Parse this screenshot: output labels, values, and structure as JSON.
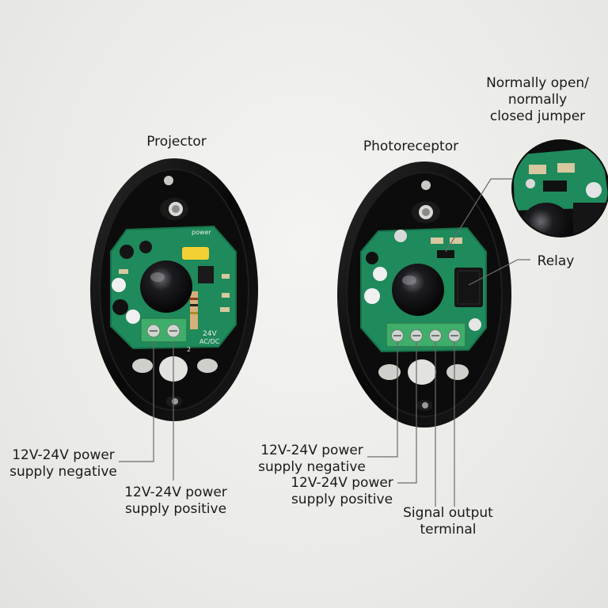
{
  "title_projector": "Projector",
  "title_photoreceptor": "Photoreceptor",
  "jumper_label": [
    "Normally open/",
    "normally",
    "closed jumper"
  ],
  "relay_label": "Relay",
  "proj_neg": [
    "12V-24V power",
    "supply negative"
  ],
  "proj_pos": [
    "12V-24V power",
    "supply positive"
  ],
  "recv_neg": [
    "12V-24V power",
    "supply negative"
  ],
  "recv_pos": [
    "12V-24V power",
    "supply positive"
  ],
  "signal": [
    "Signal output",
    "terminal"
  ],
  "board": {
    "power_mark": "power",
    "voltage_mark": [
      "24V",
      "AC/DC"
    ],
    "terminal_mark": "2"
  },
  "colors": {
    "pcb": "#1f8a5b",
    "housing": "#0d0d0d",
    "terminal": "#3fae6a",
    "leader": "#6b6b6b"
  }
}
